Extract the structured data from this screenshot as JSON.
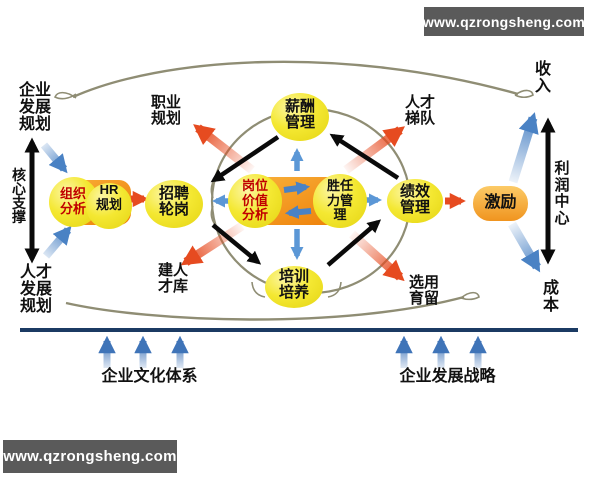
{
  "banners": {
    "top": "www.qzrongsheng.com",
    "bottom": "www.qzrongsheng.com"
  },
  "left_column": {
    "enterprise_plan": "企业\n发展\n规划",
    "core_support": "核\n心\n支\n撑",
    "talent_plan": "人才\n发展\n规划"
  },
  "right_column": {
    "income": "收\n入",
    "profit_center": "利\n润\n中\n心",
    "cost": "成\n本"
  },
  "hr_planning_box": {
    "org_analysis": "组织\n分析",
    "hr_plan": "HR\n规划"
  },
  "cycle_nodes": {
    "salary": "薪酬\n管理",
    "recruit": "招聘\n轮岗",
    "performance": "绩效\n管理",
    "training": "培训\n培养",
    "motivation": "激励"
  },
  "hub": {
    "job_value": "岗位\n价值\n分析",
    "competency": "胜任\n力管\n理"
  },
  "satellites": {
    "career_plan": "职业\n规划",
    "talent_ladder": "人才\n梯队",
    "talent_pool": "建人\n才库",
    "select_use": "选用\n育留"
  },
  "foundation": {
    "culture": "企业文化体系",
    "strategy": "企业发展战略"
  },
  "colors": {
    "node_yellow": "#f2e62e",
    "box_orange": "#ee7d06",
    "arrow_red": "#e64b20",
    "arrow_blue": "#4a82c4",
    "arrow_lightblue": "#5b97d6",
    "cycle_black": "#0a0a0a",
    "foundation_navy": "#1b3a63",
    "arc_gray": "#8f8d74",
    "banner_bg": "#5a5a5a",
    "accent_text_red": "#c00000"
  }
}
